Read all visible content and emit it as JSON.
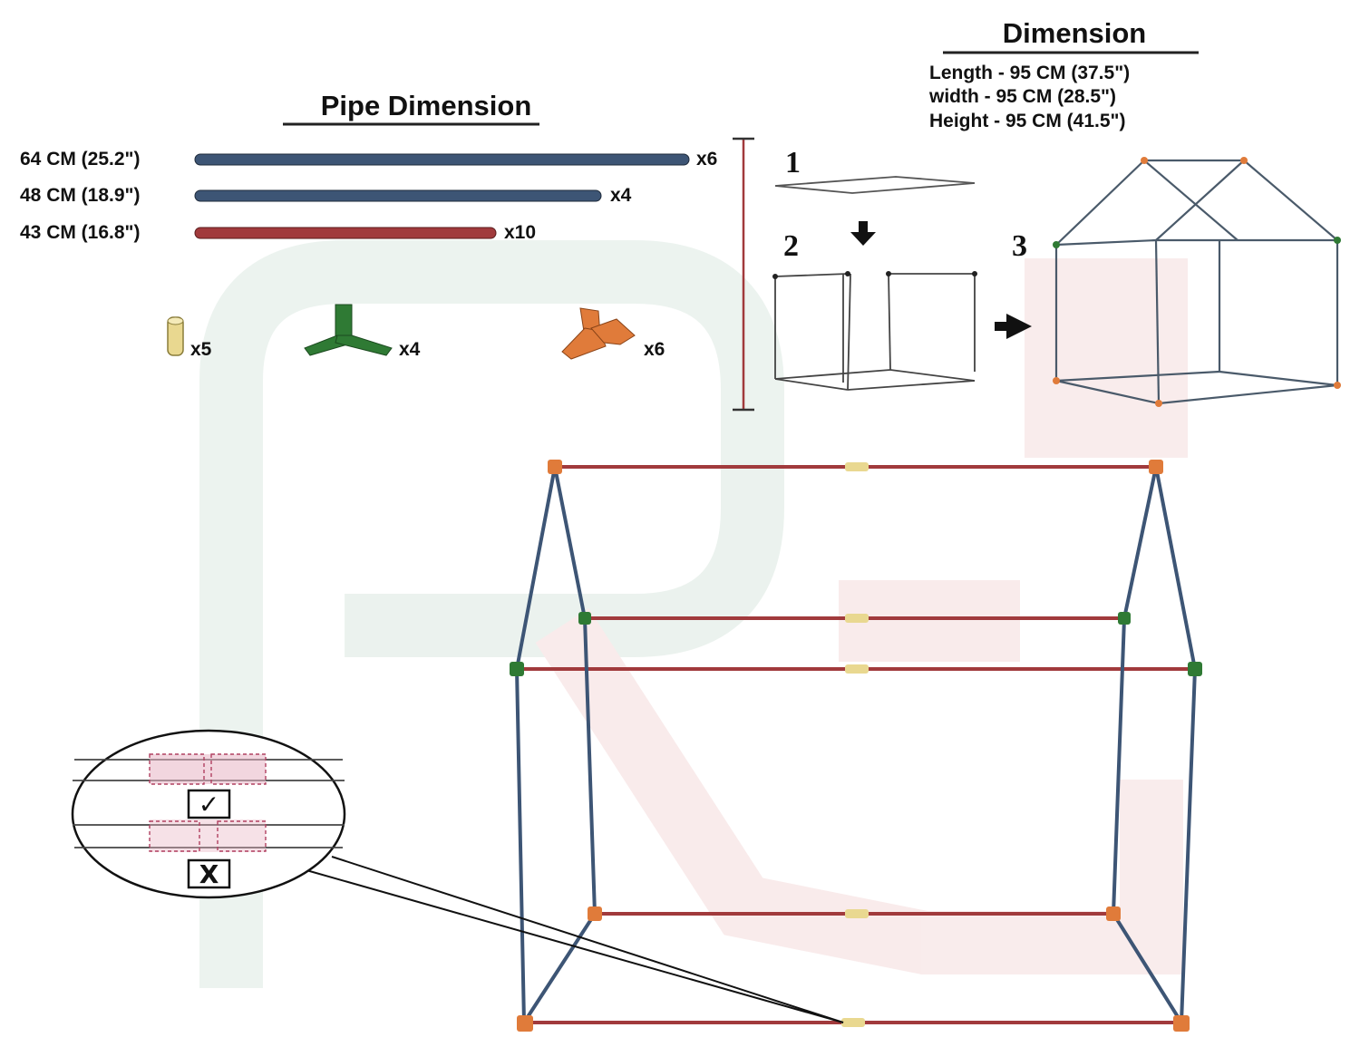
{
  "pipe_dimension": {
    "title": "Pipe Dimension",
    "pipes": [
      {
        "label": "64 CM (25.2\")",
        "qty": "x6",
        "color": "#3d5575"
      },
      {
        "label": "48 CM (18.9\")",
        "qty": "x4",
        "color": "#3d5575"
      },
      {
        "label": "43 CM (16.8\")",
        "qty": "x10",
        "color": "#a13a3c"
      }
    ]
  },
  "connectors": [
    {
      "icon": "straight-connector-icon",
      "qty": "x5",
      "color": "#e9d890"
    },
    {
      "icon": "three-way-connector-icon",
      "qty": "x4",
      "color": "#2f7a34"
    },
    {
      "icon": "three-way-angled-connector-icon",
      "qty": "x6",
      "color": "#e07b3a"
    }
  ],
  "dimension": {
    "title": "Dimension",
    "lines": [
      "Length - 95 CM (37.5\")",
      "width - 95 CM (28.5\")",
      "Height - 95 CM (41.5\")"
    ]
  },
  "steps": [
    "1",
    "2",
    "3"
  ],
  "detail": {
    "correct_mark": "✓",
    "wrong_mark": "X"
  },
  "colors": {
    "pipe_blue": "#3d5575",
    "pipe_red": "#a13a3c",
    "connector_green": "#2f7a34",
    "connector_orange": "#e07b3a",
    "connector_yellow": "#e9d890"
  }
}
